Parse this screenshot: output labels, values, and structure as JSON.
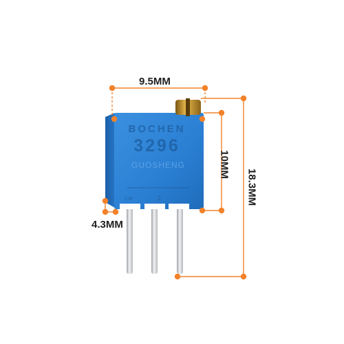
{
  "dimensions": {
    "width_label": "9.5MM",
    "pin_spacing_label": "4.3MM",
    "body_height_label": "10MM",
    "total_height_label": "18.3MM"
  },
  "component": {
    "brand": "BOCHEN",
    "model": "3296",
    "maker": "GUOSHENG",
    "side_mark": "CW",
    "pin_mark": "2"
  },
  "colors": {
    "body_blue": "#2a7fd3",
    "annotation_orange": "#f2822a",
    "text": "#1e1e1e"
  }
}
